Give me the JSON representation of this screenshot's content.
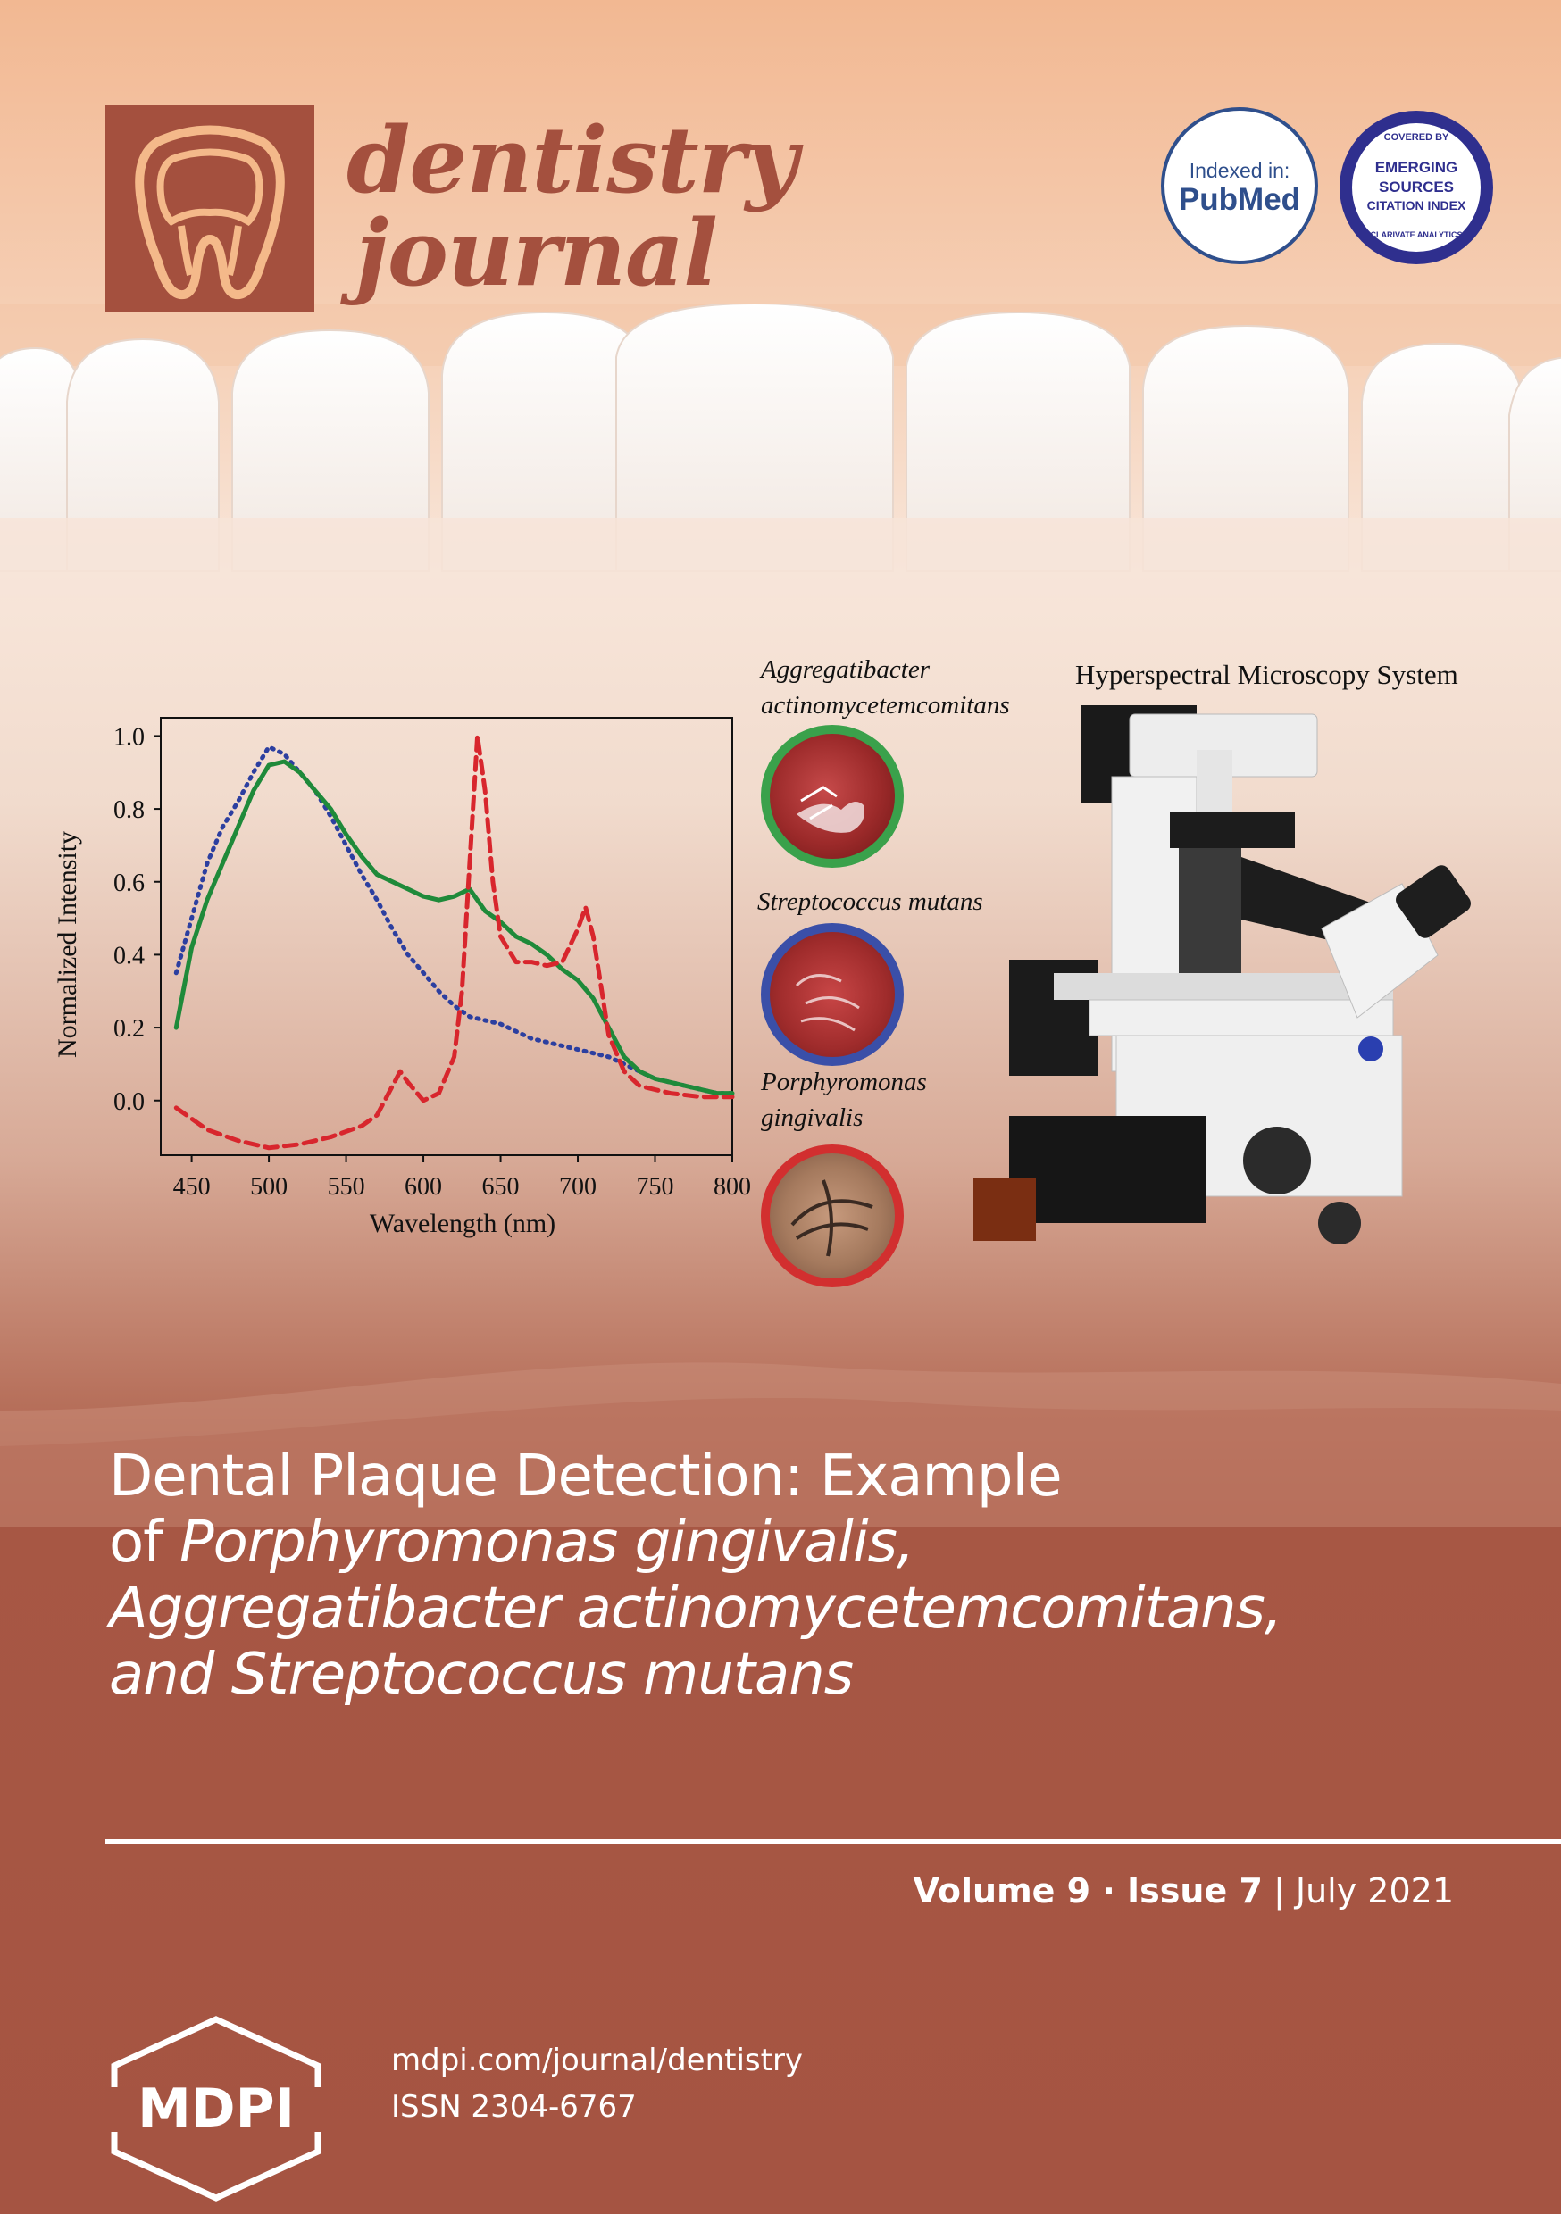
{
  "journal": {
    "name_line1": "dentistry",
    "name_line2": "journal"
  },
  "badges": {
    "pubmed_top": "Indexed in:",
    "pubmed_main": "PubMed",
    "esci_covered": "COVERED BY",
    "esci_line1": "EMERGING",
    "esci_line2": "SOURCES",
    "esci_line3": "CITATION INDEX",
    "esci_bottom": "CLARIVATE ANALYTICS"
  },
  "figure": {
    "species": [
      "Aggregatibacter",
      "actinomycetemcomitans",
      "Streptococcus  mutans",
      "Porphyromonas",
      "gingivalis"
    ],
    "microscope_title": "Hyperspectral Microscopy System"
  },
  "chart_data": {
    "type": "line",
    "xlabel": "Wavelength (nm)",
    "ylabel": "Normalized Intensity",
    "xlim": [
      430,
      800
    ],
    "ylim": [
      -0.15,
      1.05
    ],
    "xticks": [
      450,
      500,
      550,
      600,
      650,
      700,
      750,
      800
    ],
    "yticks": [
      0.0,
      0.2,
      0.4,
      0.6,
      0.8,
      1.0
    ],
    "grid": false,
    "series": [
      {
        "color": "#2c3fa0",
        "style": "dotted",
        "x": [
          440,
          450,
          460,
          470,
          480,
          490,
          500,
          510,
          520,
          530,
          540,
          550,
          560,
          570,
          580,
          590,
          600,
          610,
          620,
          630,
          640,
          650,
          660,
          670,
          680,
          690,
          700,
          710,
          720,
          730,
          740,
          750,
          760,
          770,
          780,
          790,
          800
        ],
        "values": [
          0.35,
          0.5,
          0.65,
          0.75,
          0.82,
          0.9,
          0.97,
          0.95,
          0.9,
          0.85,
          0.78,
          0.7,
          0.62,
          0.55,
          0.47,
          0.4,
          0.35,
          0.3,
          0.26,
          0.23,
          0.22,
          0.21,
          0.19,
          0.17,
          0.16,
          0.15,
          0.14,
          0.13,
          0.12,
          0.1,
          0.08,
          0.06,
          0.05,
          0.04,
          0.03,
          0.02,
          0.02
        ]
      },
      {
        "color": "#1f8a3a",
        "style": "solid",
        "x": [
          440,
          450,
          460,
          470,
          480,
          490,
          500,
          510,
          520,
          530,
          540,
          550,
          560,
          570,
          580,
          590,
          600,
          610,
          620,
          630,
          640,
          650,
          660,
          670,
          680,
          690,
          700,
          710,
          720,
          730,
          740,
          750,
          760,
          770,
          780,
          790,
          800
        ],
        "values": [
          0.2,
          0.42,
          0.55,
          0.65,
          0.75,
          0.85,
          0.92,
          0.93,
          0.9,
          0.85,
          0.8,
          0.73,
          0.67,
          0.62,
          0.6,
          0.58,
          0.56,
          0.55,
          0.56,
          0.58,
          0.52,
          0.49,
          0.45,
          0.43,
          0.4,
          0.36,
          0.33,
          0.28,
          0.2,
          0.12,
          0.08,
          0.06,
          0.05,
          0.04,
          0.03,
          0.02,
          0.02
        ]
      },
      {
        "color": "#d8262d",
        "style": "dashed",
        "x": [
          440,
          460,
          480,
          500,
          520,
          540,
          560,
          570,
          580,
          585,
          590,
          600,
          610,
          620,
          625,
          630,
          635,
          640,
          645,
          650,
          660,
          670,
          680,
          690,
          700,
          705,
          710,
          720,
          730,
          740,
          760,
          780,
          800
        ],
        "values": [
          -0.02,
          -0.08,
          -0.11,
          -0.13,
          -0.12,
          -0.1,
          -0.07,
          -0.04,
          0.04,
          0.08,
          0.05,
          0.0,
          0.02,
          0.12,
          0.3,
          0.65,
          1.0,
          0.85,
          0.6,
          0.45,
          0.38,
          0.38,
          0.37,
          0.38,
          0.47,
          0.53,
          0.45,
          0.18,
          0.08,
          0.04,
          0.02,
          0.01,
          0.01
        ]
      }
    ]
  },
  "article": {
    "title_line1": "Dental Plaque Detection: Example",
    "title_line2_prefix": "of ",
    "title_line2_italic": "Porphyromonas gingivalis,",
    "title_line3": "Aggregatibacter actinomycetemcomitans,",
    "title_line4": "and Streptococcus mutans"
  },
  "issue": {
    "volume": "Volume 9",
    "sep": " · ",
    "issue": "Issue 7",
    "divider": " | ",
    "date": "July 2021"
  },
  "footer": {
    "publisher": "MDPI",
    "url": "mdpi.com/journal/dentistry",
    "issn": "ISSN 2304-6767"
  },
  "colors": {
    "brand": "#a4503e",
    "pubmed": "#2f4f8c",
    "esci": "#2f2f8e"
  }
}
